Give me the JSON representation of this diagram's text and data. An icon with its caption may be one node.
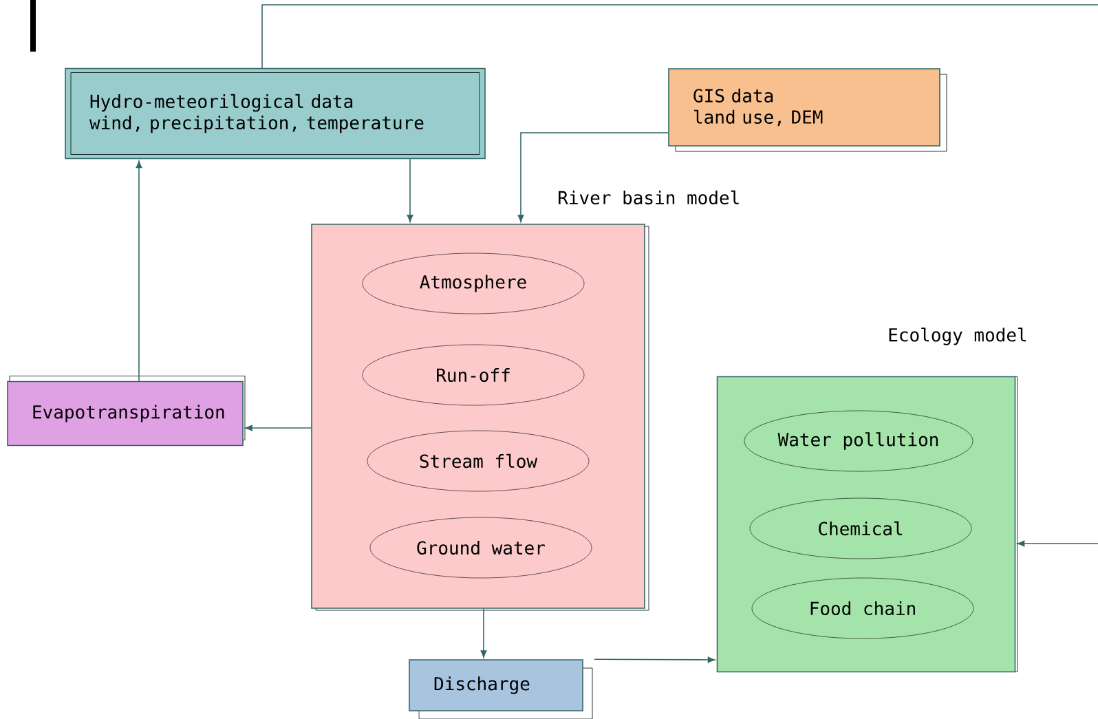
{
  "diagram": {
    "nodes": [
      {
        "text": [
          "Hydro-meteorilogical data",
          "wind, precipitation, temperature"
        ]
      },
      {
        "text": [
          "GIS data",
          "land use, DEM"
        ]
      },
      {
        "text": [
          "River basin model"
        ]
      },
      {
        "text": [
          "Atmosphere"
        ],
        "in": 2
      },
      {
        "text": [
          "Run-off"
        ],
        "in": 2
      },
      {
        "text": [
          "Stream flow"
        ],
        "in": 2
      },
      {
        "text": [
          "Ground water"
        ],
        "in": 2
      },
      {
        "text": [
          "Evapotranspiration"
        ]
      },
      {
        "text": [
          "Discharge"
        ]
      },
      {
        "text": [
          "Ecology model"
        ]
      },
      {
        "text": [
          "Water pollution"
        ],
        "in": 9
      },
      {
        "text": [
          "Chemical"
        ],
        "in": 9
      },
      {
        "text": [
          "Food chain"
        ],
        "in": 9
      }
    ],
    "edges": [
      {
        "from": 0,
        "to": 9,
        "arrow": "to"
      },
      {
        "from": 0,
        "to": 2,
        "arrow": "to"
      },
      {
        "from": 1,
        "to": 2,
        "arrow": "to"
      },
      {
        "from": 2,
        "to": 7,
        "arrow": "to"
      },
      {
        "from": 7,
        "to": 0,
        "arrow": "to"
      },
      {
        "from": 2,
        "to": 8,
        "arrow": "to"
      },
      {
        "from": 8,
        "to": 9,
        "arrow": "to"
      }
    ]
  }
}
